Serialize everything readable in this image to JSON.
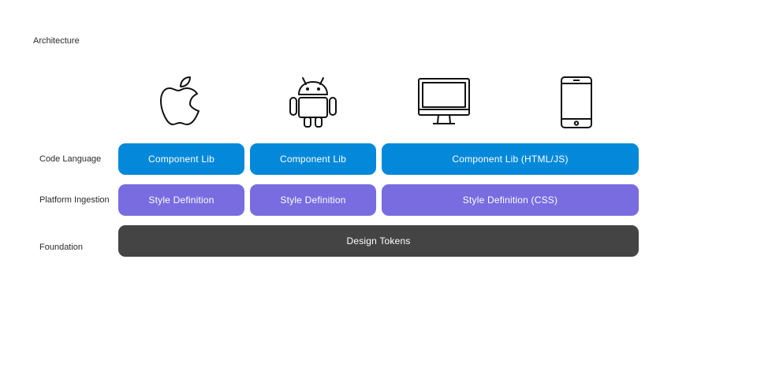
{
  "title": "Architecture",
  "rows": {
    "code_language": "Code Language",
    "platform_ingestion": "Platform Ingestion",
    "foundation": "Foundation"
  },
  "platforms": [
    {
      "icon": "apple-icon"
    },
    {
      "icon": "android-icon"
    },
    {
      "icon": "desktop-monitor-icon"
    },
    {
      "icon": "mobile-phone-icon"
    }
  ],
  "component_libs": [
    "Component Lib",
    "Component Lib",
    "Component Lib (HTML/JS)"
  ],
  "style_definitions": [
    "Style Definition",
    "Style Definition",
    "Style Definition (CSS)"
  ],
  "foundation_block": "Design Tokens",
  "colors": {
    "component_lib": "#0489da",
    "style_definition": "#796ce0",
    "design_tokens": "#444444",
    "icon_stroke": "#111111"
  }
}
